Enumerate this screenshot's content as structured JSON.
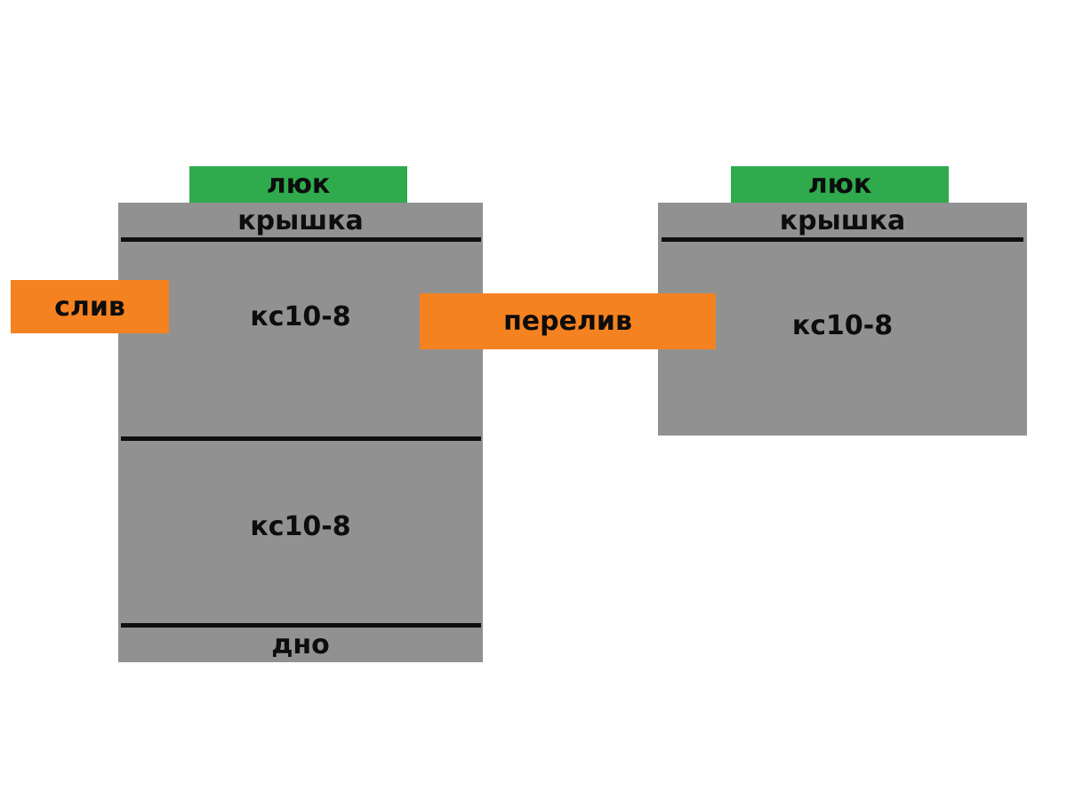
{
  "colors": {
    "background": "#ffffff",
    "tank_gray": "#919191",
    "hatch_green": "#2fab4e",
    "pipe_orange": "#f58220",
    "line_black": "#0f0f0f",
    "text_black": "#0d0d0d"
  },
  "left_tank": {
    "hatch_label": "люк",
    "lid_label": "крышка",
    "ring1_label": "кс10-8",
    "ring2_label": "кс10-8",
    "bottom_label": "дно"
  },
  "right_tank": {
    "hatch_label": "люк",
    "lid_label": "крышка",
    "ring1_label": "кс10-8"
  },
  "pipes": {
    "drain_label": "слив",
    "overflow_label": "перелив"
  }
}
